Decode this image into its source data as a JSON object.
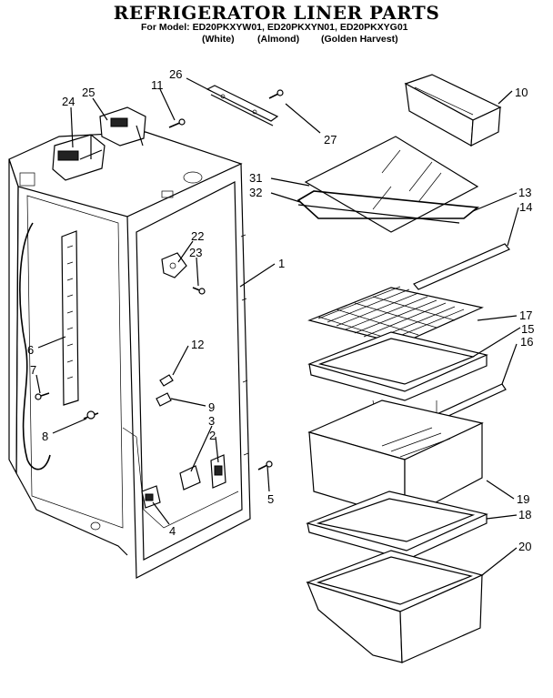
{
  "title": "REFRIGERATOR LINER PARTS",
  "model_line": "For Model: ED20PKXYW01, ED20PKXYN01, ED20PKXYG01",
  "variants": [
    "(White)",
    "(Almond)",
    "(Golden Harvest)"
  ],
  "labels": {
    "l1": "1",
    "l2": "2",
    "l3": "3",
    "l4": "4",
    "l5": "5",
    "l6": "6",
    "l7": "7",
    "l8": "8",
    "l9": "9",
    "l10": "10",
    "l11": "11",
    "l12": "12",
    "l13": "13",
    "l14": "14",
    "l15": "15",
    "l16": "16",
    "l17": "17",
    "l18": "18",
    "l19": "19",
    "l20": "20",
    "l22": "22",
    "l23": "23",
    "l24": "24",
    "l25": "25",
    "l26": "26",
    "l27": "27",
    "l31": "31",
    "l32": "32"
  }
}
